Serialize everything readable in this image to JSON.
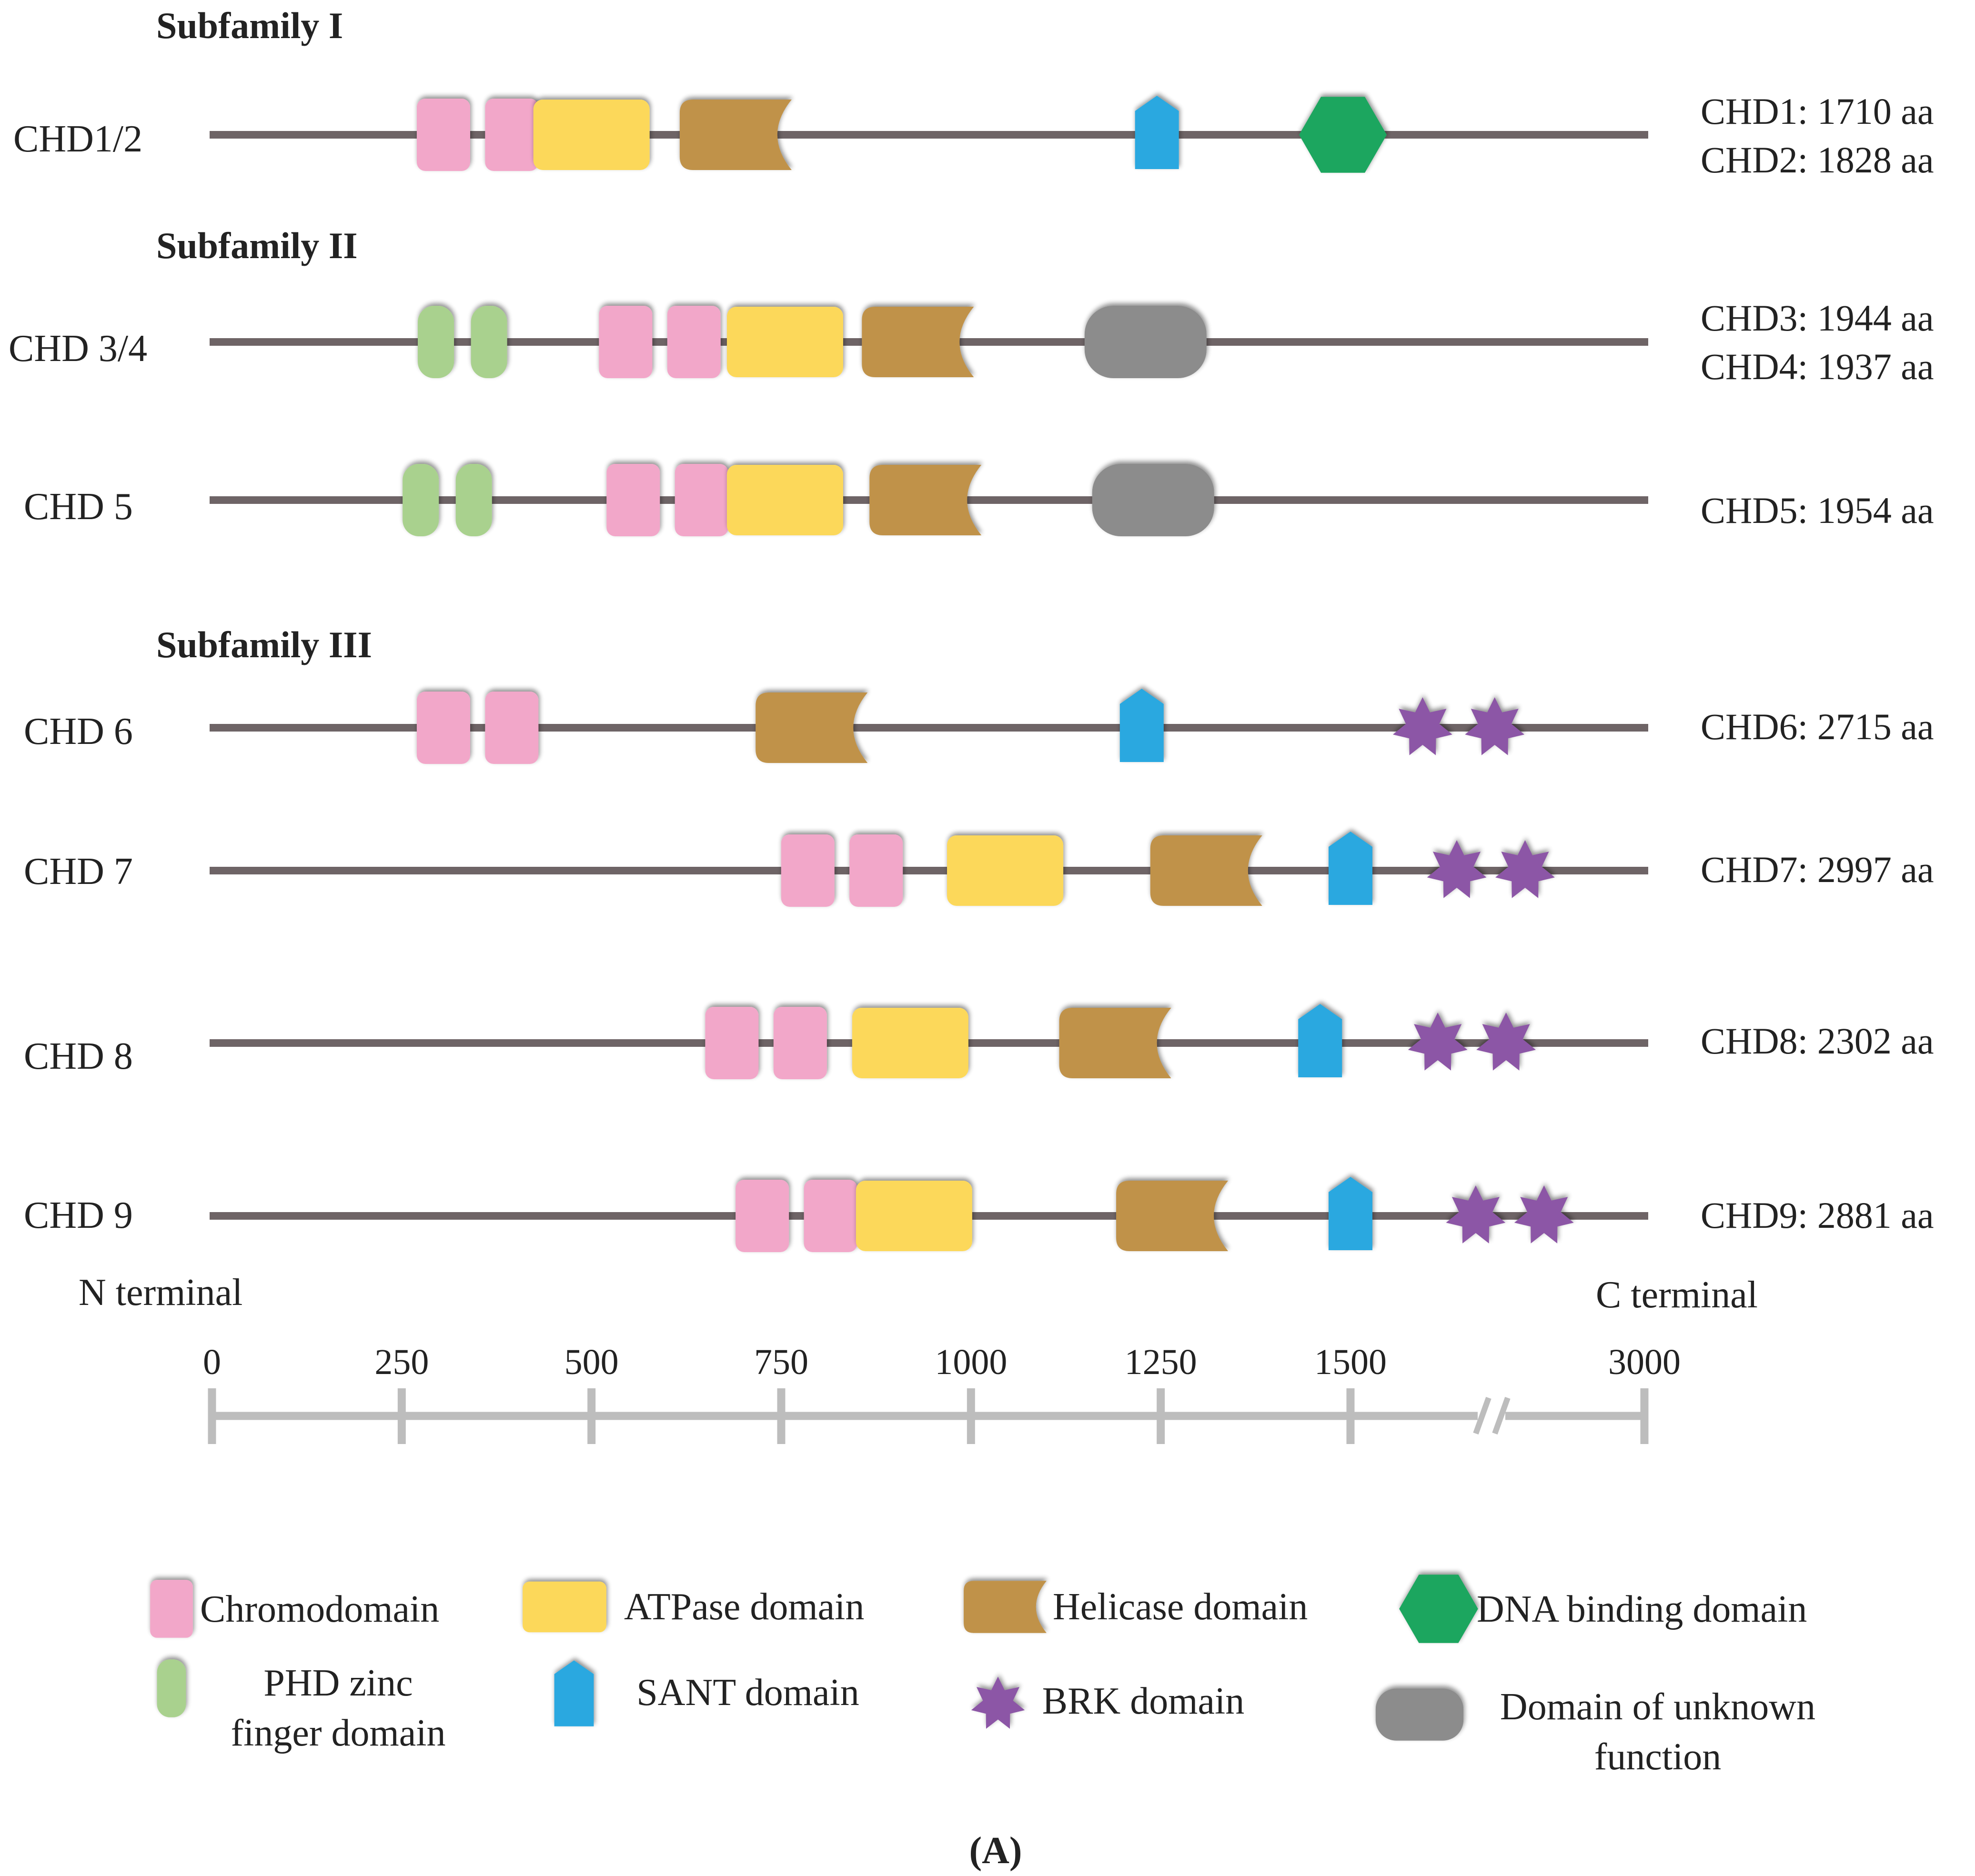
{
  "subfamilies": [
    {
      "title": "Subfamily I"
    },
    {
      "title": "Subfamily II"
    },
    {
      "title": "Subfamily III"
    }
  ],
  "proteins": [
    {
      "name": "CHD1/2",
      "sizes": [
        "CHD1: 1710 aa",
        "CHD2: 1828 aa"
      ],
      "domains": [
        {
          "type": "chromodomain",
          "pos": 305
        },
        {
          "type": "chromodomain",
          "pos": 395
        },
        {
          "type": "atpase",
          "pos": 500
        },
        {
          "type": "helicase",
          "pos": 690
        },
        {
          "type": "sant",
          "pos": 1245
        },
        {
          "type": "dna",
          "pos": 1490
        }
      ]
    },
    {
      "name": "CHD 3/4",
      "sizes": [
        "CHD3: 1944 aa",
        "CHD4: 1937 aa"
      ],
      "domains": [
        {
          "type": "phd",
          "pos": 295
        },
        {
          "type": "phd",
          "pos": 365
        },
        {
          "type": "chromodomain",
          "pos": 545
        },
        {
          "type": "chromodomain",
          "pos": 635
        },
        {
          "type": "atpase",
          "pos": 755
        },
        {
          "type": "helicase",
          "pos": 930
        },
        {
          "type": "unknown",
          "pos": 1230
        }
      ]
    },
    {
      "name": "CHD 5",
      "sizes": [
        "CHD5: 1954 aa"
      ],
      "domains": [
        {
          "type": "phd",
          "pos": 275
        },
        {
          "type": "phd",
          "pos": 345
        },
        {
          "type": "chromodomain",
          "pos": 555
        },
        {
          "type": "chromodomain",
          "pos": 645
        },
        {
          "type": "atpase",
          "pos": 755
        },
        {
          "type": "helicase",
          "pos": 940
        },
        {
          "type": "unknown",
          "pos": 1240
        }
      ]
    },
    {
      "name": "CHD 6",
      "sizes": [
        "CHD6: 2715 aa"
      ],
      "domains": [
        {
          "type": "chromodomain",
          "pos": 305
        },
        {
          "type": "chromodomain",
          "pos": 395
        },
        {
          "type": "helicase",
          "pos": 790
        },
        {
          "type": "sant",
          "pos": 1225
        },
        {
          "type": "brk",
          "pos": 1595
        },
        {
          "type": "brk",
          "pos": 1690
        }
      ]
    },
    {
      "name": "CHD 7",
      "sizes": [
        "CHD7: 2997 aa"
      ],
      "domains": [
        {
          "type": "chromodomain",
          "pos": 785
        },
        {
          "type": "chromodomain",
          "pos": 875
        },
        {
          "type": "atpase",
          "pos": 1045
        },
        {
          "type": "helicase",
          "pos": 1310
        },
        {
          "type": "sant",
          "pos": 1500
        },
        {
          "type": "brk",
          "pos": 1640
        },
        {
          "type": "brk",
          "pos": 1730
        }
      ]
    },
    {
      "name": "CHD 8",
      "sizes": [
        "CHD8: 2302 aa"
      ],
      "domains": [
        {
          "type": "chromodomain",
          "pos": 685
        },
        {
          "type": "chromodomain",
          "pos": 775
        },
        {
          "type": "atpase",
          "pos": 920
        },
        {
          "type": "helicase",
          "pos": 1190
        },
        {
          "type": "sant",
          "pos": 1460
        },
        {
          "type": "brk",
          "pos": 1615
        },
        {
          "type": "brk",
          "pos": 1705
        }
      ]
    },
    {
      "name": "CHD 9",
      "sizes": [
        "CHD9: 2881 aa"
      ],
      "domains": [
        {
          "type": "chromodomain",
          "pos": 725
        },
        {
          "type": "chromodomain",
          "pos": 815
        },
        {
          "type": "atpase",
          "pos": 925
        },
        {
          "type": "helicase",
          "pos": 1265
        },
        {
          "type": "sant",
          "pos": 1500
        },
        {
          "type": "brk",
          "pos": 1665
        },
        {
          "type": "brk",
          "pos": 1755
        }
      ]
    }
  ],
  "axis": {
    "n_terminal": "N terminal",
    "c_terminal": "C terminal",
    "ticks": [
      {
        "value": 0,
        "label": "0"
      },
      {
        "value": 250,
        "label": "250"
      },
      {
        "value": 500,
        "label": "500"
      },
      {
        "value": 750,
        "label": "750"
      },
      {
        "value": 1000,
        "label": "1000"
      },
      {
        "value": 1250,
        "label": "1250"
      },
      {
        "value": 1500,
        "label": "1500"
      },
      {
        "value": 3000,
        "label": "3000"
      }
    ]
  },
  "legend": [
    {
      "type": "chromodomain",
      "lines": [
        "Chromodomain"
      ]
    },
    {
      "type": "atpase",
      "lines": [
        "ATPase domain"
      ]
    },
    {
      "type": "helicase",
      "lines": [
        "Helicase domain"
      ]
    },
    {
      "type": "dna",
      "lines": [
        "DNA binding domain"
      ]
    },
    {
      "type": "phd",
      "lines": [
        "PHD zinc",
        "finger domain"
      ]
    },
    {
      "type": "sant",
      "lines": [
        "SANT domain"
      ]
    },
    {
      "type": "brk",
      "lines": [
        "BRK domain"
      ]
    },
    {
      "type": "unknown",
      "lines": [
        "Domain of unknown",
        "function"
      ]
    }
  ],
  "panel_label": "(A)",
  "colors": {
    "chromodomain": "#f2a7c9",
    "atpase": "#fcd85a",
    "helicase": "#c0924a",
    "dna": "#1fa65f",
    "phd": "#a9d18e",
    "sant": "#2aa8e0",
    "brk": "#8c56a6",
    "unknown": "#8c8c8c",
    "backbone": "#6e6466",
    "scale": "#bdbdbd",
    "text": "#222222"
  }
}
